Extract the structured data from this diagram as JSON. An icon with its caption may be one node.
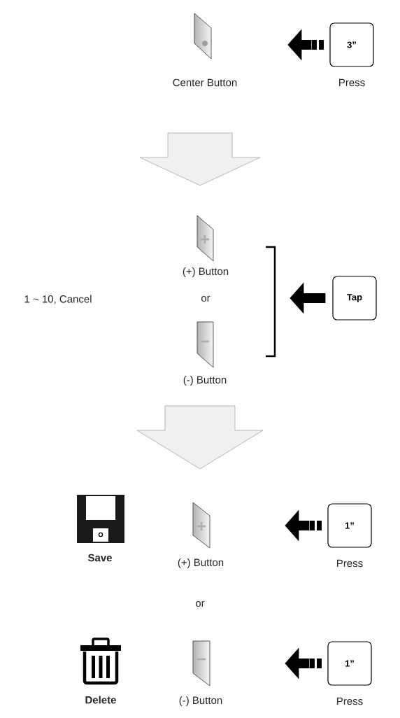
{
  "diagram": {
    "nodes": [
      {
        "text": [
          "Center Button"
        ]
      },
      {
        "text": [
          "3”"
        ],
        "beside": [
          "Press"
        ]
      },
      {
        "text": [
          "(+) Button"
        ]
      },
      {
        "text": [
          "(-) Button"
        ]
      },
      {
        "text": [
          "Tap"
        ]
      },
      {
        "text": [
          "(+) Button"
        ]
      },
      {
        "text": [
          "1”"
        ],
        "beside": [
          "Press"
        ]
      },
      {
        "text": [
          "(-) Button"
        ]
      },
      {
        "text": [
          "1”"
        ],
        "beside": [
          "Press"
        ]
      }
    ],
    "edges": [
      {
        "from": 0,
        "to": 2,
        "arrow": "to"
      },
      {
        "from": 3,
        "to": 5,
        "arrow": "to"
      },
      {
        "from": 1,
        "to": null,
        "arrow": "to"
      },
      {
        "from": 4,
        "to": null,
        "arrow": "to"
      },
      {
        "from": 6,
        "to": null,
        "arrow": "to"
      },
      {
        "from": 8,
        "to": null,
        "arrow": "to"
      }
    ],
    "labels": [
      "1 ~ 10, Cancel",
      "or",
      "Save",
      "or",
      "Delete"
    ]
  }
}
